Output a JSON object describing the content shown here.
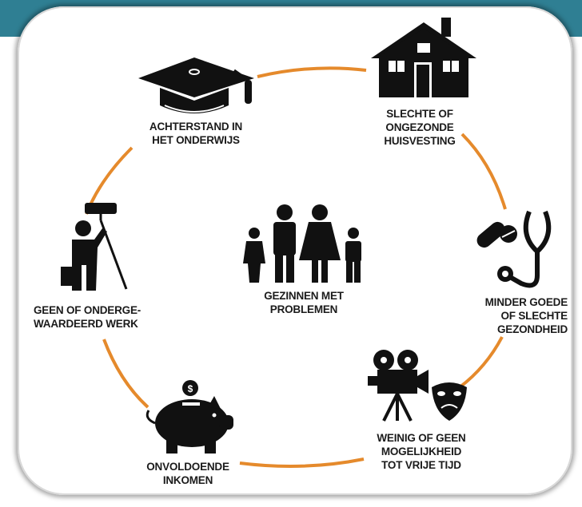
{
  "colors": {
    "header": "#2f7f93",
    "ring": "#e58a2c",
    "icon": "#111111"
  },
  "center": {
    "label": "GEZINNEN MET\nPROBLEMEN",
    "icon": "family-icon"
  },
  "items": [
    {
      "label": "ACHTERSTAND IN\nHET ONDERWIJS",
      "icon": "graduation-cap-icon"
    },
    {
      "label": "SLECHTE OF\nONGEZONDE\nHUISVESTING",
      "icon": "house-icon"
    },
    {
      "label": "MINDER GOEDE\nOF SLECHTE\nGEZONDHEID",
      "icon": "pills-stethoscope-icon"
    },
    {
      "label": "WEINIG OF GEEN\nMOGELIJKHEID\nTOT VRIJE TIJD",
      "icon": "camera-masks-icon"
    },
    {
      "label": "ONVOLDOENDE\nINKOMEN",
      "icon": "piggy-bank-icon"
    },
    {
      "label": "GEEN OF ONDERGE-\nWAARDEERD WERK",
      "icon": "painter-worker-icon"
    }
  ]
}
